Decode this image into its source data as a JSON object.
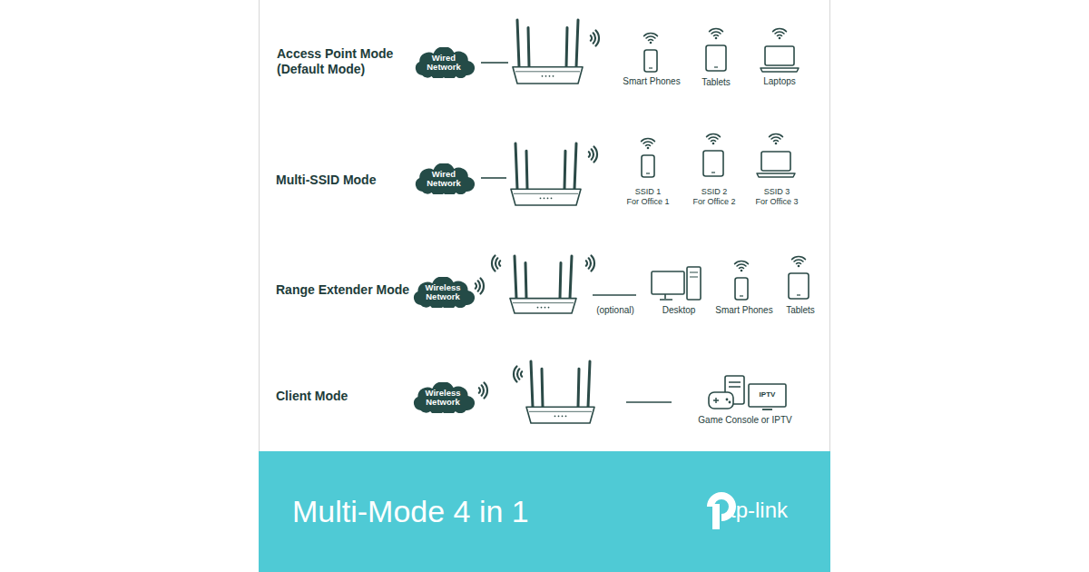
{
  "diagram": {
    "title": "Multi-Mode 4 in 1",
    "nodes": [
      {
        "text": [
          "Wired Network"
        ]
      },
      {
        "text": [
          "Wired Network"
        ]
      },
      {
        "text": [
          "Wireless Network"
        ]
      },
      {
        "text": [
          "Wireless Network"
        ]
      }
    ],
    "labels": [
      "Access Point Mode (Default Mode)",
      "Smart Phones",
      "Tablets",
      "Laptops",
      "Multi-SSID Mode",
      "SSID 1 For Office 1",
      "SSID 2 For Office 2",
      "SSID 3 For Office 3",
      "Range Extender Mode",
      "(optional)",
      "Desktop",
      "Smart Phones",
      "Tablets",
      "Client Mode",
      "Game Console or IPTV",
      "IPTV",
      "tp-link"
    ]
  }
}
